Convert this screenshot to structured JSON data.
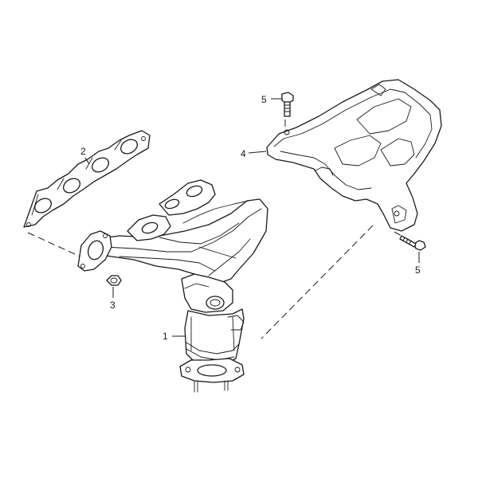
{
  "diagram": {
    "callouts": {
      "part1": "1",
      "part2": "2",
      "part3": "3",
      "part4": "4",
      "part5_top": "5",
      "part5_bottom": "5"
    },
    "colors": {
      "line": "#1a1a1a",
      "background": "#ffffff"
    }
  }
}
